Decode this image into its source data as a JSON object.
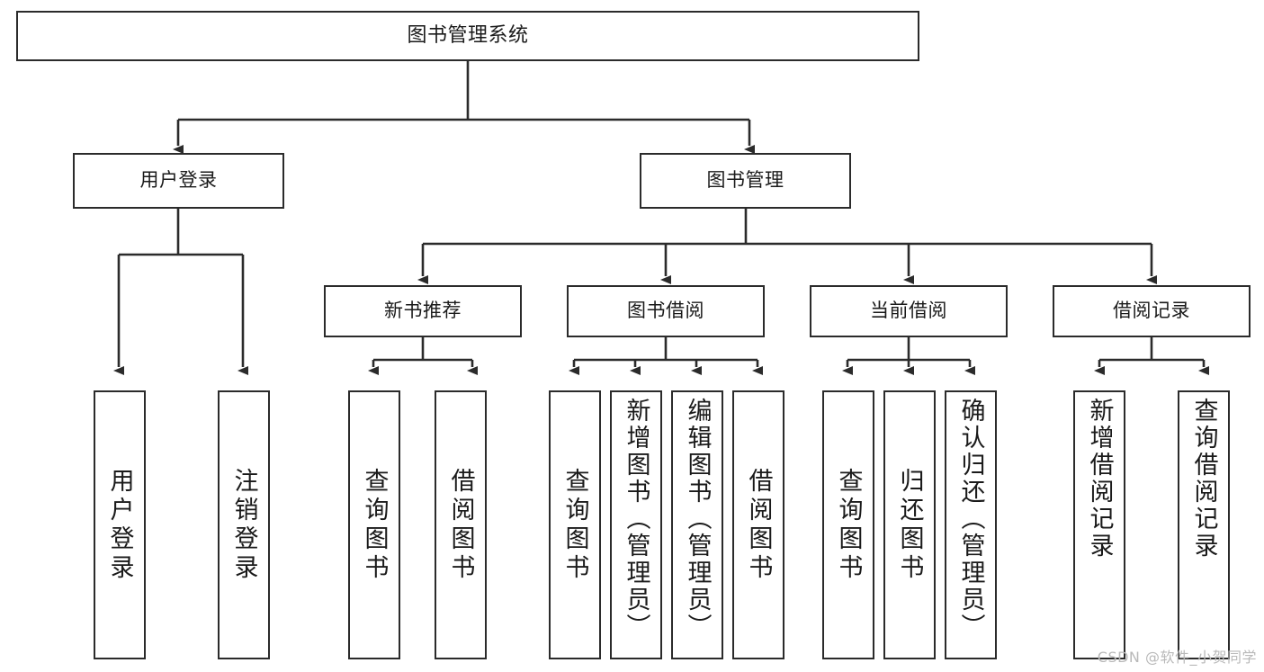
{
  "diagram": {
    "type": "tree",
    "title": "图书管理系统",
    "watermark": "CSDN @软件_小贺同学",
    "colors": {
      "stroke": "#2b2b2b",
      "fill": "#ffffff",
      "text": "#1a1a1a",
      "watermark": "#b9b9b9"
    },
    "root": {
      "label": "图书管理系统"
    },
    "level2": [
      {
        "id": "user-login",
        "label": "用户登录"
      },
      {
        "id": "book-manage",
        "label": "图书管理"
      }
    ],
    "level3": [
      {
        "id": "new-book-rec",
        "label": "新书推荐"
      },
      {
        "id": "book-borrow",
        "label": "图书借阅"
      },
      {
        "id": "current-borrow",
        "label": "当前借阅"
      },
      {
        "id": "borrow-record",
        "label": "借阅记录"
      }
    ],
    "leaves": {
      "user_login": [
        {
          "id": "leaf-user-login",
          "label": "用户登录"
        },
        {
          "id": "leaf-logout",
          "label": "注销登录"
        }
      ],
      "new_book_rec": [
        {
          "id": "leaf-query-book-1",
          "label": "查询图书"
        },
        {
          "id": "leaf-borrow-book-1",
          "label": "借阅图书"
        }
      ],
      "book_borrow": [
        {
          "id": "leaf-query-book-2",
          "label": "查询图书"
        },
        {
          "id": "leaf-add-book",
          "label": "新增图书（管理员）"
        },
        {
          "id": "leaf-edit-book",
          "label": "编辑图书（管理员）"
        },
        {
          "id": "leaf-borrow-book-2",
          "label": "借阅图书"
        }
      ],
      "current_borrow": [
        {
          "id": "leaf-query-book-3",
          "label": "查询图书"
        },
        {
          "id": "leaf-return-book",
          "label": "归还图书"
        },
        {
          "id": "leaf-confirm-return",
          "label": "确认归还（管理员）"
        }
      ],
      "borrow_record": [
        {
          "id": "leaf-add-record",
          "label": "新增借阅记录"
        },
        {
          "id": "leaf-query-record",
          "label": "查询借阅记录"
        }
      ]
    }
  }
}
